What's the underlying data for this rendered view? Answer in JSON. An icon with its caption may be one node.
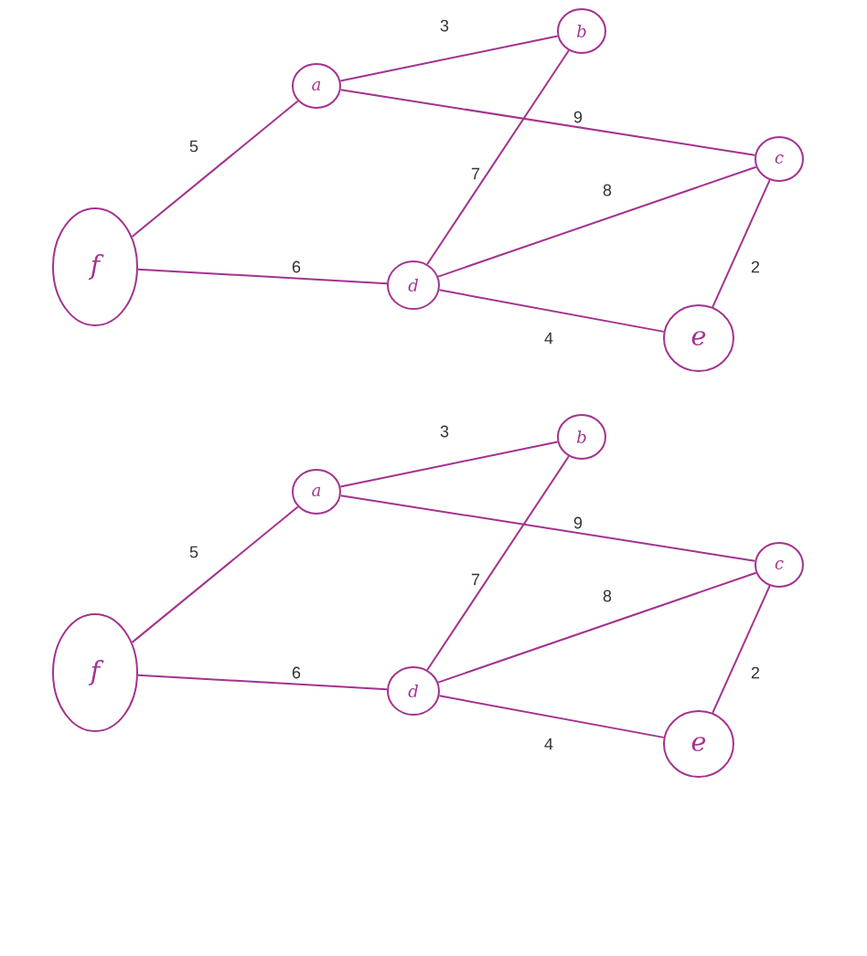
{
  "diagram": {
    "nodes": [
      {
        "text": [
          "a"
        ]
      },
      {
        "text": [
          "b"
        ]
      },
      {
        "text": [
          "c"
        ]
      },
      {
        "text": [
          "d"
        ]
      },
      {
        "text": [
          "e"
        ]
      },
      {
        "text": [
          "f"
        ]
      },
      {
        "text": [
          "a"
        ]
      },
      {
        "text": [
          "b"
        ]
      },
      {
        "text": [
          "c"
        ]
      },
      {
        "text": [
          "d"
        ]
      },
      {
        "text": [
          "e"
        ]
      },
      {
        "text": [
          "f"
        ]
      }
    ],
    "edges": [
      {
        "from": 0,
        "to": 1,
        "arrow": "none",
        "label": "3"
      },
      {
        "from": 0,
        "to": 2,
        "arrow": "none",
        "label": "9"
      },
      {
        "from": 5,
        "to": 0,
        "arrow": "none",
        "label": "5"
      },
      {
        "from": 3,
        "to": 1,
        "arrow": "none",
        "label": "7"
      },
      {
        "from": 3,
        "to": 2,
        "arrow": "none",
        "label": "8"
      },
      {
        "from": 4,
        "to": 2,
        "arrow": "none",
        "label": "2"
      },
      {
        "from": 5,
        "to": 3,
        "arrow": "none",
        "label": "6"
      },
      {
        "from": 3,
        "to": 4,
        "arrow": "none",
        "label": "4"
      },
      {
        "from": 6,
        "to": 7,
        "arrow": "none",
        "label": "3"
      },
      {
        "from": 6,
        "to": 8,
        "arrow": "none",
        "label": "9"
      },
      {
        "from": 11,
        "to": 6,
        "arrow": "none",
        "label": "5"
      },
      {
        "from": 9,
        "to": 7,
        "arrow": "none",
        "label": "7"
      },
      {
        "from": 9,
        "to": 8,
        "arrow": "none",
        "label": "8"
      },
      {
        "from": 10,
        "to": 8,
        "arrow": "none",
        "label": "2"
      },
      {
        "from": 11,
        "to": 9,
        "arrow": "none",
        "label": "6"
      },
      {
        "from": 9,
        "to": 10,
        "arrow": "none",
        "label": "4"
      }
    ]
  }
}
